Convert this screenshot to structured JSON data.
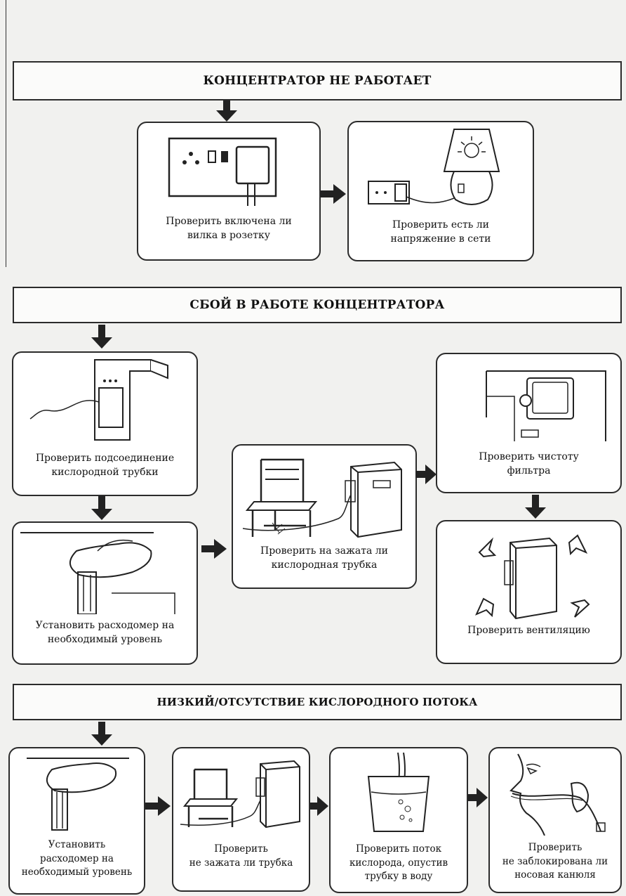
{
  "sections": [
    {
      "title": "КОНЦЕНТРАТОР НЕ РАБОТАЕТ",
      "steps": [
        {
          "caption": "Проверить включена ли\nвилка в розетку",
          "icon": "wall-socket-plug-icon"
        },
        {
          "caption": "Проверить есть ли\nнапряжение в сети",
          "icon": "lamp-on-socket-icon"
        }
      ]
    },
    {
      "title": "СБОЙ В РАБОТЕ КОНЦЕНТРАТОРА",
      "steps": [
        {
          "caption": "Проверить подсоединение\nкислородной трубки",
          "icon": "tube-connection-icon"
        },
        {
          "caption": "Установить расходомер на\nнеобходимый уровень",
          "icon": "flowmeter-hand-icon"
        },
        {
          "caption": "Проверить на зажата ли\nкислородная трубка",
          "icon": "chair-pinched-tube-icon"
        },
        {
          "caption": "Проверить чистоту\nфильтра",
          "icon": "filter-panel-icon"
        },
        {
          "caption": "Проверить вентиляцию",
          "icon": "ventilation-arrows-icon"
        }
      ]
    },
    {
      "title": "НИЗКИЙ/ОТСУТСТВИЕ КИСЛОРОДНОГО ПОТОКА",
      "steps": [
        {
          "caption": "Установить\nрасходомер на\nнеобходимый уровень",
          "icon": "flowmeter-hand-icon"
        },
        {
          "caption": "Проверить\nне зажата ли трубка",
          "icon": "chair-pinched-tube-icon"
        },
        {
          "caption": "Проверить поток\nкислорода, опустив\nтрубку в воду",
          "icon": "tube-in-water-glass-icon"
        },
        {
          "caption": "Проверить\nне заблокирована ли\nносовая канюля",
          "icon": "nasal-cannula-face-icon"
        }
      ]
    }
  ]
}
